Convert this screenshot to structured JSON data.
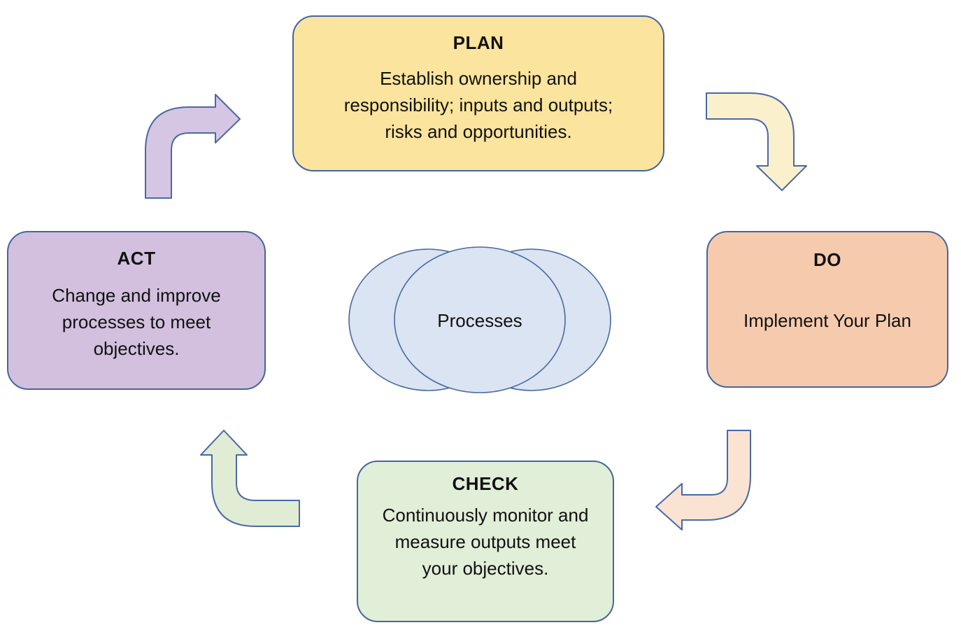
{
  "diagram": {
    "type": "pdca-cycle",
    "background": "#FFFFFF",
    "border_color_boxes": "#44669E",
    "border_color_shapes": "#4A69A5",
    "nodes": {
      "plan": {
        "title": "PLAN",
        "lines": [
          "Establish ownership and",
          "responsibility; inputs and outputs;",
          "risks and opportunities."
        ],
        "fill": "#FBE49D"
      },
      "do": {
        "title": "DO",
        "lines": [
          "Implement Your Plan"
        ],
        "fill": "#F6CBAD"
      },
      "check": {
        "title": "CHECK",
        "lines": [
          "Continuously monitor and",
          "measure outputs meet",
          "your objectives."
        ],
        "fill": "#E1EED8"
      },
      "act": {
        "title": "ACT",
        "lines": [
          "Change and improve",
          "processes to meet",
          "objectives."
        ],
        "fill": "#D2C0DE"
      }
    },
    "center": {
      "label": "Processes",
      "fill": "#DAE4F2"
    },
    "arrows": [
      {
        "name": "act-to-plan",
        "direction": "up-then-right, pointing right",
        "fill": "#D5C6E4"
      },
      {
        "name": "plan-to-do",
        "direction": "right-then-down, pointing down",
        "fill": "#FBF0CC"
      },
      {
        "name": "do-to-check",
        "direction": "down-then-left, pointing left",
        "fill": "#FAE3D3"
      },
      {
        "name": "check-to-act",
        "direction": "left-then-up, pointing up",
        "fill": "#E0ECD3"
      }
    ]
  }
}
